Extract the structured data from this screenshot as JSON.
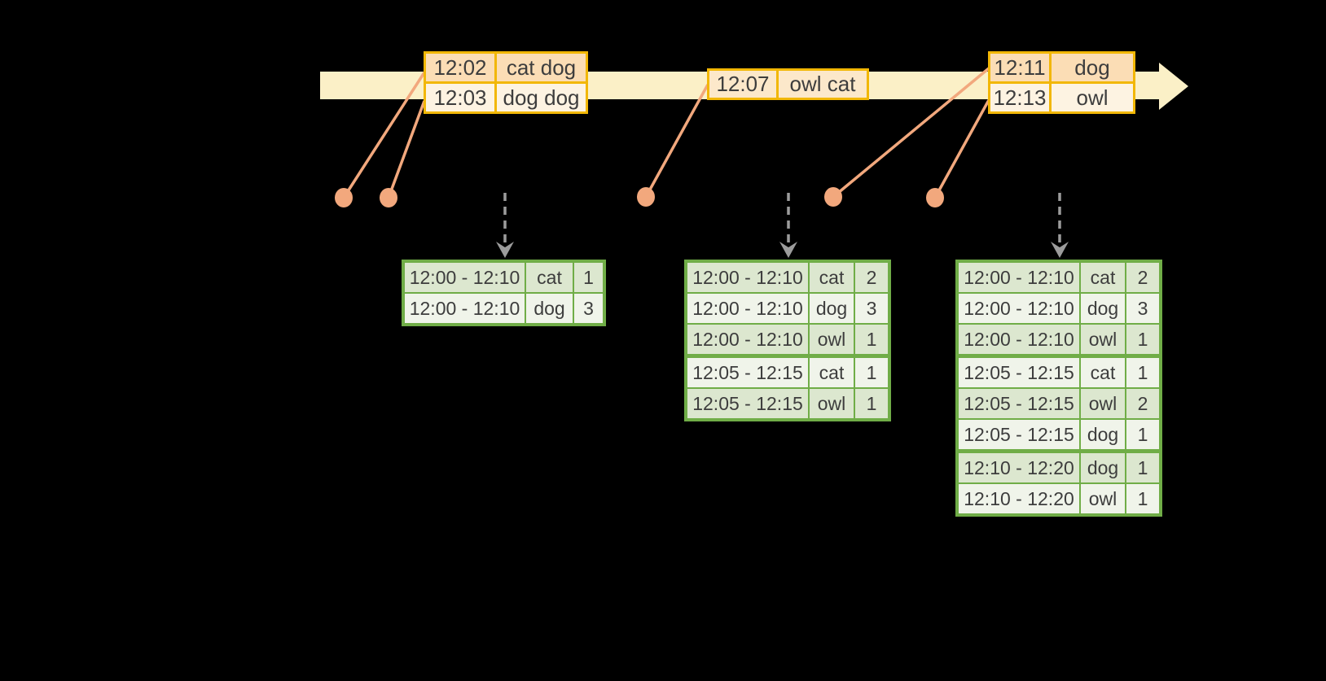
{
  "shapes": {
    "timeline_arrow": "right-arrow",
    "trigger_arrow": "dashed-down-arrow",
    "record_marker": "dot"
  },
  "colors": {
    "background": "#000000",
    "timeline_band": "#FBF0C7",
    "event_table_border": "#F2B705",
    "event_row_peach": "#FBDDB5",
    "event_row_cream": "#FDF3E2",
    "event_row_mid": "#FCE8CA",
    "connector_salmon": "#F2A87D",
    "trigger_gray": "#9C9C9C",
    "result_table_border": "#70AD47",
    "result_row_dark": "#DCE7CF",
    "result_row_light": "#F0F4EA",
    "text": "#3D3D3D"
  },
  "event_tables": [
    {
      "rows": [
        {
          "time": "12:02",
          "words": "cat dog"
        },
        {
          "time": "12:03",
          "words": "dog dog"
        }
      ]
    },
    {
      "rows": [
        {
          "time": "12:07",
          "words": "owl cat"
        }
      ]
    },
    {
      "rows": [
        {
          "time": "12:11",
          "words": "dog"
        },
        {
          "time": "12:13",
          "words": "owl"
        }
      ]
    }
  ],
  "result_tables": [
    {
      "rows": [
        [
          "12:00 - 12:10",
          "cat",
          "1"
        ],
        [
          "12:00 - 12:10",
          "dog",
          "3"
        ]
      ]
    },
    {
      "rows": [
        [
          "12:00 - 12:10",
          "cat",
          "2"
        ],
        [
          "12:00 - 12:10",
          "dog",
          "3"
        ],
        [
          "12:00 - 12:10",
          "owl",
          "1"
        ],
        [
          "12:05 - 12:15",
          "cat",
          "1"
        ],
        [
          "12:05 - 12:15",
          "owl",
          "1"
        ]
      ]
    },
    {
      "rows": [
        [
          "12:00 - 12:10",
          "cat",
          "2"
        ],
        [
          "12:00 - 12:10",
          "dog",
          "3"
        ],
        [
          "12:00 - 12:10",
          "owl",
          "1"
        ],
        [
          "12:05 - 12:15",
          "cat",
          "1"
        ],
        [
          "12:05 - 12:15",
          "owl",
          "2"
        ],
        [
          "12:05 - 12:15",
          "dog",
          "1"
        ],
        [
          "12:10 - 12:20",
          "dog",
          "1"
        ],
        [
          "12:10 - 12:20",
          "owl",
          "1"
        ]
      ]
    }
  ]
}
